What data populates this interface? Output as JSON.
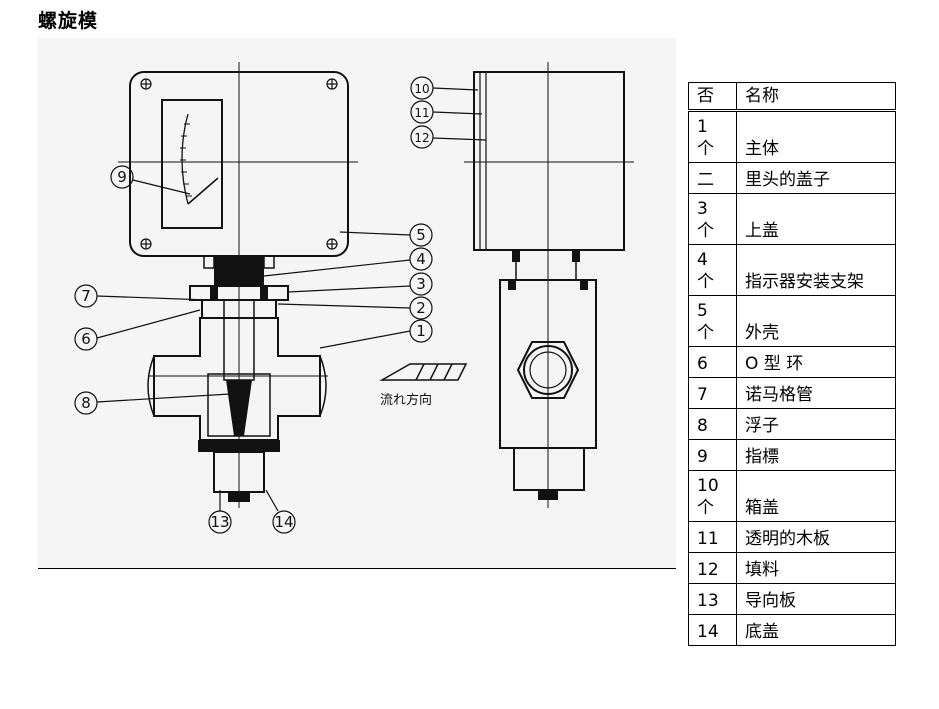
{
  "page": {
    "title": "螺旋模"
  },
  "drawing": {
    "flow_label": "流れ方向",
    "callouts": [
      "1",
      "2",
      "3",
      "4",
      "5",
      "6",
      "7",
      "8",
      "9",
      "10",
      "11",
      "12",
      "13",
      "14"
    ]
  },
  "table": {
    "header": {
      "no": "否",
      "name": "名称"
    },
    "rows": [
      {
        "no": "1\n个",
        "name": "主体"
      },
      {
        "no": "二",
        "name": "里头的盖子"
      },
      {
        "no": "3\n个",
        "name": "上盖"
      },
      {
        "no": "4\n个",
        "name": "指示器安装支架"
      },
      {
        "no": "5\n个",
        "name": "外壳"
      },
      {
        "no": "6",
        "name": "O 型 环"
      },
      {
        "no": "7",
        "name": "诺马格管"
      },
      {
        "no": "8",
        "name": "浮子"
      },
      {
        "no": "9",
        "name": "指標"
      },
      {
        "no": "10\n个",
        "name": "箱盖"
      },
      {
        "no": "11",
        "name": "透明的木板"
      },
      {
        "no": "12",
        "name": "填料"
      },
      {
        "no": "13",
        "name": "导向板"
      },
      {
        "no": "14",
        "name": "底盖"
      }
    ]
  }
}
